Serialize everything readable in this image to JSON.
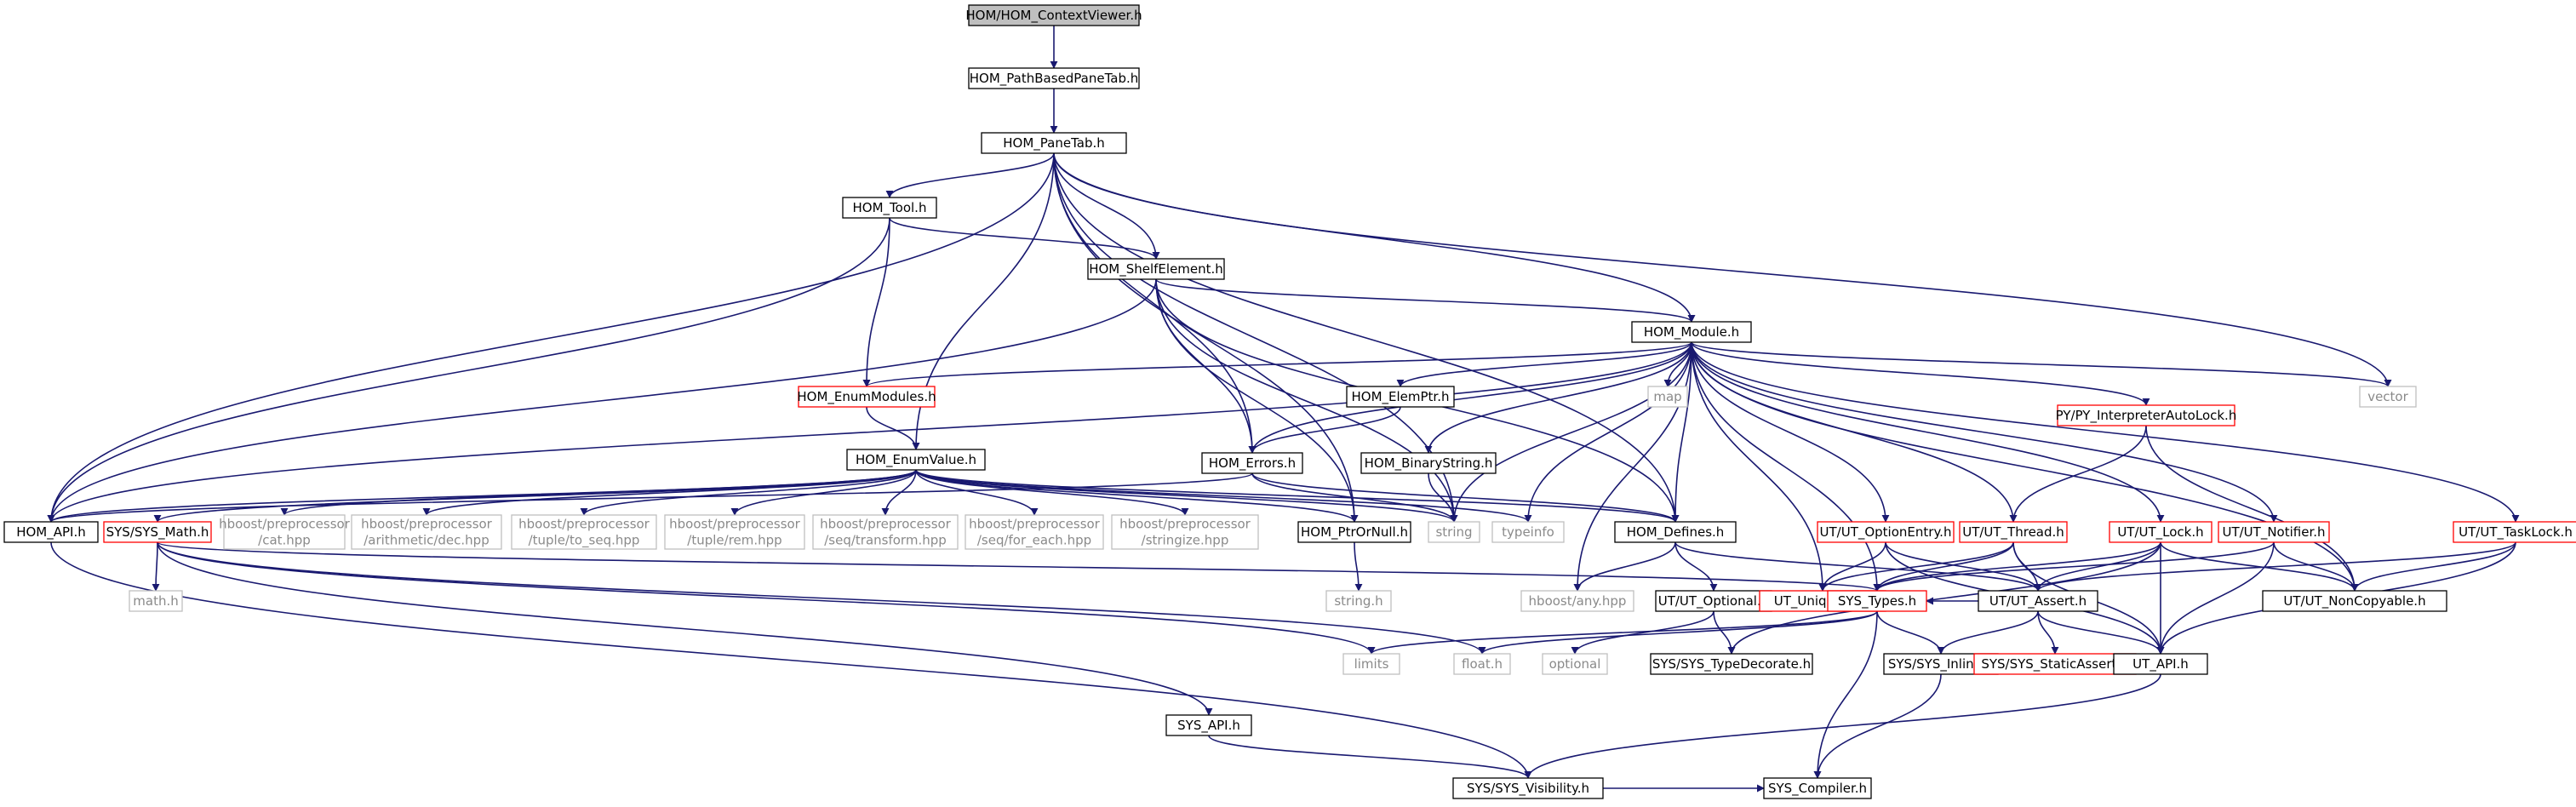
{
  "graph": {
    "colors": {
      "edge": "#191970",
      "node_border": "#000000",
      "node_missing_border": "#bfbfbf",
      "node_truncated_border": "#ff0000",
      "root_fill": "#bfbfbf",
      "node_fill": "#ffffff",
      "text": "#000000",
      "missing_text": "#8a8a8a"
    },
    "nodes": [
      {
        "id": "ctx",
        "label": "HOM/HOM_ContextViewer.h",
        "kind": "root"
      },
      {
        "id": "pbpt",
        "label": "HOM_PathBasedPaneTab.h",
        "kind": "normal"
      },
      {
        "id": "panetab",
        "label": "HOM_PaneTab.h",
        "kind": "normal"
      },
      {
        "id": "tool",
        "label": "HOM_Tool.h",
        "kind": "normal"
      },
      {
        "id": "shelf",
        "label": "HOM_ShelfElement.h",
        "kind": "normal"
      },
      {
        "id": "module",
        "label": "HOM_Module.h",
        "kind": "normal"
      },
      {
        "id": "enummods",
        "label": "HOM_EnumModules.h",
        "kind": "truncated"
      },
      {
        "id": "elemptr",
        "label": "HOM_ElemPtr.h",
        "kind": "normal"
      },
      {
        "id": "map",
        "label": "map",
        "kind": "missing"
      },
      {
        "id": "vector",
        "label": "vector",
        "kind": "missing"
      },
      {
        "id": "errors",
        "label": "HOM_Errors.h",
        "kind": "normal"
      },
      {
        "id": "binstr",
        "label": "HOM_BinaryString.h",
        "kind": "normal"
      },
      {
        "id": "interp",
        "label": "PY/PY_InterpreterAutoLock.h",
        "kind": "truncated"
      },
      {
        "id": "tasklock",
        "label": "UT/UT_TaskLock.h",
        "kind": "truncated"
      },
      {
        "id": "enumval",
        "label": "HOM_EnumValue.h",
        "kind": "normal"
      },
      {
        "id": "api",
        "label": "HOM_API.h",
        "kind": "normal"
      },
      {
        "id": "sysmath",
        "label": "SYS/SYS_Math.h",
        "kind": "truncated"
      },
      {
        "id": "cat",
        "label": "hboost/preprocessor\n/cat.hpp",
        "kind": "missing"
      },
      {
        "id": "dec",
        "label": "hboost/preprocessor\n/arithmetic/dec.hpp",
        "kind": "missing"
      },
      {
        "id": "toseq",
        "label": "hboost/preprocessor\n/tuple/to_seq.hpp",
        "kind": "missing"
      },
      {
        "id": "rem",
        "label": "hboost/preprocessor\n/tuple/rem.hpp",
        "kind": "missing"
      },
      {
        "id": "transform",
        "label": "hboost/preprocessor\n/seq/transform.hpp",
        "kind": "missing"
      },
      {
        "id": "foreach",
        "label": "hboost/preprocessor\n/seq/for_each.hpp",
        "kind": "missing"
      },
      {
        "id": "stringize",
        "label": "hboost/preprocessor\n/stringize.hpp",
        "kind": "missing"
      },
      {
        "id": "ptrornull",
        "label": "HOM_PtrOrNull.h",
        "kind": "normal"
      },
      {
        "id": "string",
        "label": "string",
        "kind": "missing"
      },
      {
        "id": "typeinfo",
        "label": "typeinfo",
        "kind": "missing"
      },
      {
        "id": "defines",
        "label": "HOM_Defines.h",
        "kind": "normal"
      },
      {
        "id": "optentry",
        "label": "UT/UT_OptionEntry.h",
        "kind": "truncated"
      },
      {
        "id": "thread",
        "label": "UT/UT_Thread.h",
        "kind": "truncated"
      },
      {
        "id": "lock",
        "label": "UT/UT_Lock.h",
        "kind": "truncated"
      },
      {
        "id": "notifier",
        "label": "UT/UT_Notifier.h",
        "kind": "truncated"
      },
      {
        "id": "mathh",
        "label": "math.h",
        "kind": "missing"
      },
      {
        "id": "stringh",
        "label": "string.h",
        "kind": "missing"
      },
      {
        "id": "anyhpp",
        "label": "hboost/any.hpp",
        "kind": "missing"
      },
      {
        "id": "optional_h",
        "label": "UT/UT_Optional.h",
        "kind": "normal"
      },
      {
        "id": "uniqueptr",
        "label": "UT_UniquePtr.h",
        "kind": "truncated"
      },
      {
        "id": "systypes",
        "label": "SYS_Types.h",
        "kind": "truncated"
      },
      {
        "id": "assert",
        "label": "UT/UT_Assert.h",
        "kind": "normal"
      },
      {
        "id": "noncopy",
        "label": "UT/UT_NonCopyable.h",
        "kind": "normal"
      },
      {
        "id": "limits",
        "label": "limits",
        "kind": "missing"
      },
      {
        "id": "floath",
        "label": "float.h",
        "kind": "missing"
      },
      {
        "id": "optional",
        "label": "optional",
        "kind": "missing"
      },
      {
        "id": "typedecorate",
        "label": "SYS/SYS_TypeDecorate.h",
        "kind": "normal"
      },
      {
        "id": "inline",
        "label": "SYS/SYS_Inline.h",
        "kind": "normal"
      },
      {
        "id": "staticassert",
        "label": "SYS/SYS_StaticAssert.h",
        "kind": "truncated"
      },
      {
        "id": "utapi",
        "label": "UT_API.h",
        "kind": "normal"
      },
      {
        "id": "sysapi",
        "label": "SYS_API.h",
        "kind": "normal"
      },
      {
        "id": "visibility",
        "label": "SYS/SYS_Visibility.h",
        "kind": "normal"
      },
      {
        "id": "compiler",
        "label": "SYS_Compiler.h",
        "kind": "normal"
      }
    ],
    "edges": [
      [
        "ctx",
        "pbpt"
      ],
      [
        "pbpt",
        "panetab"
      ],
      [
        "panetab",
        "tool"
      ],
      [
        "panetab",
        "shelf"
      ],
      [
        "panetab",
        "module"
      ],
      [
        "panetab",
        "enumval"
      ],
      [
        "panetab",
        "api"
      ],
      [
        "panetab",
        "errors"
      ],
      [
        "panetab",
        "ptrornull"
      ],
      [
        "panetab",
        "string"
      ],
      [
        "panetab",
        "defines"
      ],
      [
        "panetab",
        "vector"
      ],
      [
        "tool",
        "enummods"
      ],
      [
        "tool",
        "shelf"
      ],
      [
        "tool",
        "api"
      ],
      [
        "shelf",
        "module"
      ],
      [
        "shelf",
        "errors"
      ],
      [
        "shelf",
        "api"
      ],
      [
        "shelf",
        "ptrornull"
      ],
      [
        "shelf",
        "string"
      ],
      [
        "shelf",
        "defines"
      ],
      [
        "module",
        "enummods"
      ],
      [
        "module",
        "elemptr"
      ],
      [
        "module",
        "map"
      ],
      [
        "module",
        "vector"
      ],
      [
        "module",
        "errors"
      ],
      [
        "module",
        "binstr"
      ],
      [
        "module",
        "interp"
      ],
      [
        "module",
        "tasklock"
      ],
      [
        "module",
        "api"
      ],
      [
        "module",
        "string"
      ],
      [
        "module",
        "typeinfo"
      ],
      [
        "module",
        "defines"
      ],
      [
        "module",
        "optentry"
      ],
      [
        "module",
        "thread"
      ],
      [
        "module",
        "lock"
      ],
      [
        "module",
        "notifier"
      ],
      [
        "module",
        "anyhpp"
      ],
      [
        "module",
        "uniqueptr"
      ],
      [
        "module",
        "systypes"
      ],
      [
        "module",
        "noncopy"
      ],
      [
        "enummods",
        "enumval"
      ],
      [
        "elemptr",
        "errors"
      ],
      [
        "errors",
        "api"
      ],
      [
        "errors",
        "string"
      ],
      [
        "errors",
        "defines"
      ],
      [
        "binstr",
        "string"
      ],
      [
        "enumval",
        "api"
      ],
      [
        "enumval",
        "sysmath"
      ],
      [
        "enumval",
        "cat"
      ],
      [
        "enumval",
        "dec"
      ],
      [
        "enumval",
        "toseq"
      ],
      [
        "enumval",
        "rem"
      ],
      [
        "enumval",
        "transform"
      ],
      [
        "enumval",
        "foreach"
      ],
      [
        "enumval",
        "stringize"
      ],
      [
        "enumval",
        "ptrornull"
      ],
      [
        "enumval",
        "string"
      ],
      [
        "enumval",
        "typeinfo"
      ],
      [
        "enumval",
        "defines"
      ],
      [
        "api",
        "visibility"
      ],
      [
        "sysmath",
        "mathh"
      ],
      [
        "sysmath",
        "systypes"
      ],
      [
        "sysmath",
        "sysapi"
      ],
      [
        "sysmath",
        "limits"
      ],
      [
        "sysmath",
        "floath"
      ],
      [
        "ptrornull",
        "stringh"
      ],
      [
        "defines",
        "anyhpp"
      ],
      [
        "defines",
        "optional_h"
      ],
      [
        "defines",
        "assert"
      ],
      [
        "optional_h",
        "optional"
      ],
      [
        "optional_h",
        "typedecorate"
      ],
      [
        "optentry",
        "uniqueptr"
      ],
      [
        "optentry",
        "assert"
      ],
      [
        "optentry",
        "utapi"
      ],
      [
        "thread",
        "uniqueptr"
      ],
      [
        "thread",
        "systypes"
      ],
      [
        "thread",
        "assert"
      ],
      [
        "thread",
        "utapi"
      ],
      [
        "lock",
        "systypes"
      ],
      [
        "lock",
        "assert"
      ],
      [
        "lock",
        "utapi"
      ],
      [
        "lock",
        "noncopy"
      ],
      [
        "lock",
        "typedecorate"
      ],
      [
        "notifier",
        "systypes"
      ],
      [
        "notifier",
        "utapi"
      ],
      [
        "notifier",
        "noncopy"
      ],
      [
        "interp",
        "thread"
      ],
      [
        "interp",
        "noncopy"
      ],
      [
        "tasklock",
        "assert"
      ],
      [
        "tasklock",
        "noncopy"
      ],
      [
        "tasklock",
        "utapi"
      ],
      [
        "systypes",
        "limits"
      ],
      [
        "systypes",
        "floath"
      ],
      [
        "systypes",
        "inline"
      ],
      [
        "systypes",
        "compiler"
      ],
      [
        "assert",
        "systypes"
      ],
      [
        "assert",
        "utapi"
      ],
      [
        "assert",
        "inline"
      ],
      [
        "assert",
        "staticassert"
      ],
      [
        "inline",
        "compiler"
      ],
      [
        "utapi",
        "visibility"
      ],
      [
        "sysapi",
        "visibility"
      ],
      [
        "visibility",
        "compiler"
      ]
    ]
  }
}
